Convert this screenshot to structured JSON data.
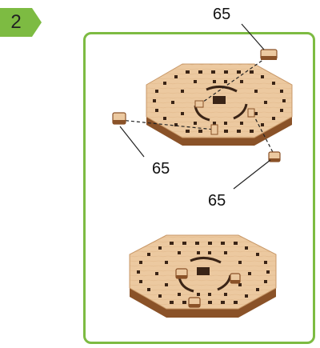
{
  "step": {
    "number": "2",
    "badge_color": "#7dbb42"
  },
  "frame": {
    "border_color": "#7dbb42"
  },
  "callouts": [
    {
      "text": "65"
    },
    {
      "text": "65"
    },
    {
      "text": "65"
    }
  ],
  "colors": {
    "wood": "#ecc9a0",
    "wood_edge": "#8a5228",
    "hole": "#3a2416"
  }
}
